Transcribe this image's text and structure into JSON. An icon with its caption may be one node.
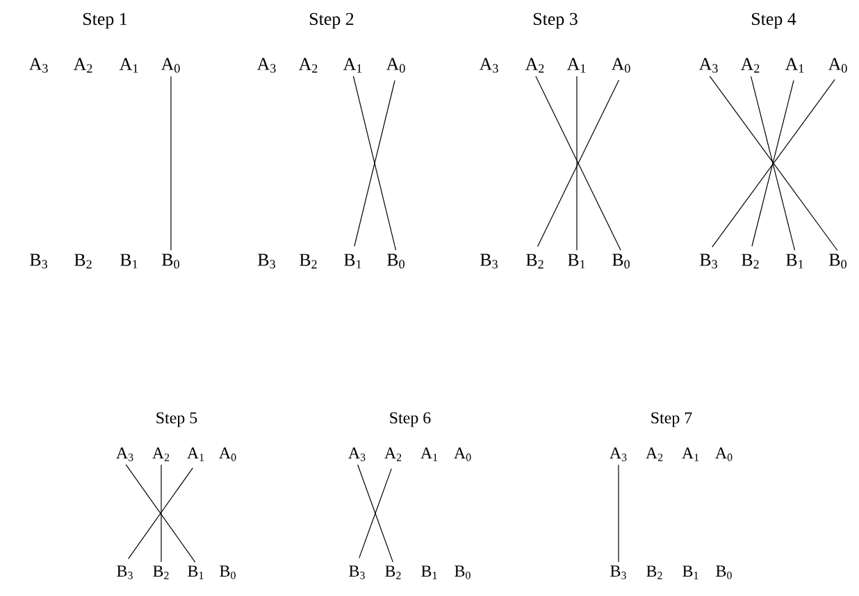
{
  "diagram": {
    "nodes": [
      {
        "text": [
          "A$_{3}$"
        ]
      },
      {
        "text": [
          "A$_{2}$"
        ]
      },
      {
        "text": [
          "A$_{1}$"
        ]
      },
      {
        "text": [
          "A$_{0}$"
        ]
      },
      {
        "text": [
          "B$_{3}$"
        ]
      },
      {
        "text": [
          "B$_{2}$"
        ]
      },
      {
        "text": [
          "B$_{1}$"
        ]
      },
      {
        "text": [
          "B$_{0}$"
        ]
      },
      {
        "text": [
          "A$_{3}$"
        ]
      },
      {
        "text": [
          "A$_{2}$"
        ]
      },
      {
        "text": [
          "A$_{1}$"
        ]
      },
      {
        "text": [
          "A$_{0}$"
        ]
      },
      {
        "text": [
          "B$_{3}$"
        ]
      },
      {
        "text": [
          "B$_{2}$"
        ]
      },
      {
        "text": [
          "B$_{1}$"
        ]
      },
      {
        "text": [
          "B$_{0}$"
        ]
      },
      {
        "text": [
          "A$_{3}$"
        ]
      },
      {
        "text": [
          "A$_{2}$"
        ]
      },
      {
        "text": [
          "A$_{1}$"
        ]
      },
      {
        "text": [
          "A$_{0}$"
        ]
      },
      {
        "text": [
          "B$_{3}$"
        ]
      },
      {
        "text": [
          "B$_{2}$"
        ]
      },
      {
        "text": [
          "B$_{1}$"
        ]
      },
      {
        "text": [
          "B$_{0}$"
        ]
      },
      {
        "text": [
          "A$_{3}$"
        ]
      },
      {
        "text": [
          "A$_{2}$"
        ]
      },
      {
        "text": [
          "A$_{1}$"
        ]
      },
      {
        "text": [
          "A$_{0}$"
        ]
      },
      {
        "text": [
          "B$_{3}$"
        ]
      },
      {
        "text": [
          "B$_{2}$"
        ]
      },
      {
        "text": [
          "B$_{1}$"
        ]
      },
      {
        "text": [
          "B$_{0}$"
        ]
      },
      {
        "text": [
          "A$_{3}$"
        ]
      },
      {
        "text": [
          "A$_{2}$"
        ]
      },
      {
        "text": [
          "A$_{1}$"
        ]
      },
      {
        "text": [
          "A$_{0}$"
        ]
      },
      {
        "text": [
          "B$_{3}$"
        ]
      },
      {
        "text": [
          "B$_{2}$"
        ]
      },
      {
        "text": [
          "B$_{1}$"
        ]
      },
      {
        "text": [
          "B$_{0}$"
        ]
      },
      {
        "text": [
          "A$_{3}$"
        ]
      },
      {
        "text": [
          "A$_{2}$"
        ]
      },
      {
        "text": [
          "A$_{1}$"
        ]
      },
      {
        "text": [
          "A$_{0}$"
        ]
      },
      {
        "text": [
          "B$_{3}$"
        ]
      },
      {
        "text": [
          "B$_{2}$"
        ]
      },
      {
        "text": [
          "B$_{1}$"
        ]
      },
      {
        "text": [
          "B$_{0}$"
        ]
      },
      {
        "text": [
          "A$_{3}$"
        ]
      },
      {
        "text": [
          "A$_{2}$"
        ]
      },
      {
        "text": [
          "A$_{1}$"
        ]
      },
      {
        "text": [
          "A$_{0}$"
        ]
      },
      {
        "text": [
          "B$_{3}$"
        ]
      },
      {
        "text": [
          "B$_{2}$"
        ]
      },
      {
        "text": [
          "B$_{1}$"
        ]
      },
      {
        "text": [
          "B$_{0}$"
        ]
      }
    ],
    "edges": [
      {
        "from": 3,
        "to": 7,
        "arrow": "none"
      },
      {
        "from": 10,
        "to": 15,
        "arrow": "none"
      },
      {
        "from": 11,
        "to": 14,
        "arrow": "none"
      },
      {
        "from": 17,
        "to": 23,
        "arrow": "none"
      },
      {
        "from": 18,
        "to": 22,
        "arrow": "none"
      },
      {
        "from": 19,
        "to": 21,
        "arrow": "none"
      },
      {
        "from": 24,
        "to": 31,
        "arrow": "none"
      },
      {
        "from": 25,
        "to": 30,
        "arrow": "none"
      },
      {
        "from": 26,
        "to": 29,
        "arrow": "none"
      },
      {
        "from": 27,
        "to": 28,
        "arrow": "none"
      },
      {
        "from": 32,
        "to": 38,
        "arrow": "none"
      },
      {
        "from": 33,
        "to": 37,
        "arrow": "none"
      },
      {
        "from": 34,
        "to": 36,
        "arrow": "none"
      },
      {
        "from": 40,
        "to": 45,
        "arrow": "none"
      },
      {
        "from": 41,
        "to": 44,
        "arrow": "none"
      },
      {
        "from": 48,
        "to": 52,
        "arrow": "none"
      }
    ],
    "labels": [
      "Step 1",
      "Step 2",
      "Step 3",
      "Step 4",
      "Step 5",
      "Step 6",
      "Step 7"
    ]
  }
}
